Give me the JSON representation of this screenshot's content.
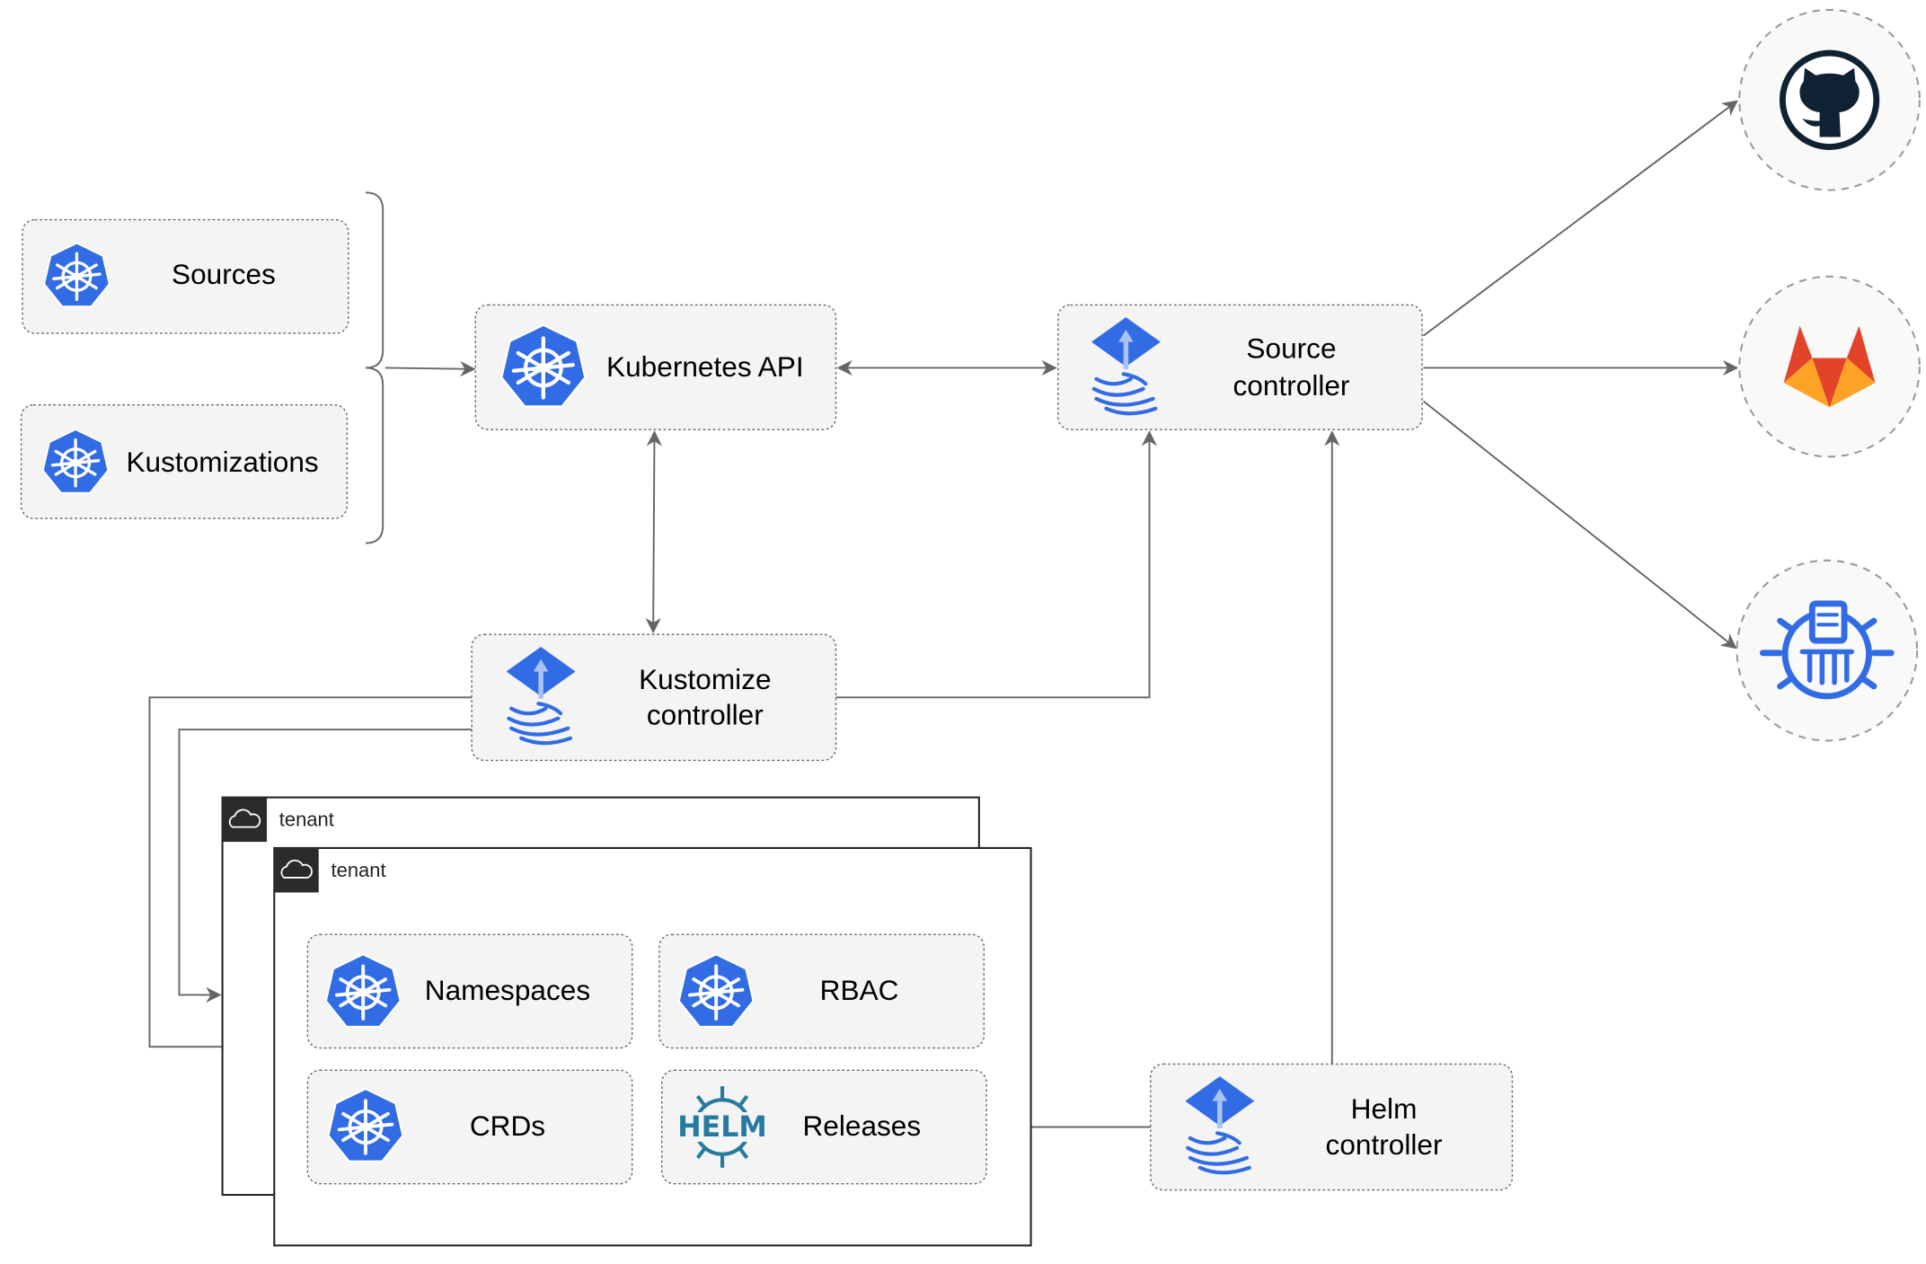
{
  "nodes": {
    "sources": "Sources",
    "kustomizations": "Kustomizations",
    "kubernetes_api": "Kubernetes API",
    "source_controller": [
      "Source",
      "controller"
    ],
    "kustomize_controller": [
      "Kustomize",
      "controller"
    ],
    "helm_controller": [
      "Helm",
      "controller"
    ],
    "namespaces": "Namespaces",
    "rbac": "RBAC",
    "crds": "CRDs",
    "releases": "Releases"
  },
  "tenants": [
    "tenant",
    "tenant"
  ],
  "helm_logo_text": "HELM",
  "external_sources": [
    "github-icon",
    "gitlab-icon",
    "helm-repository-icon"
  ],
  "colors": {
    "kubernetes_blue": "#326ce5",
    "helm_blue": "#277a9f",
    "github_dark": "#0f2233",
    "gitlab_orange": "#e24329",
    "gitlab_light": "#fca326",
    "edge_gray": "#666666"
  }
}
